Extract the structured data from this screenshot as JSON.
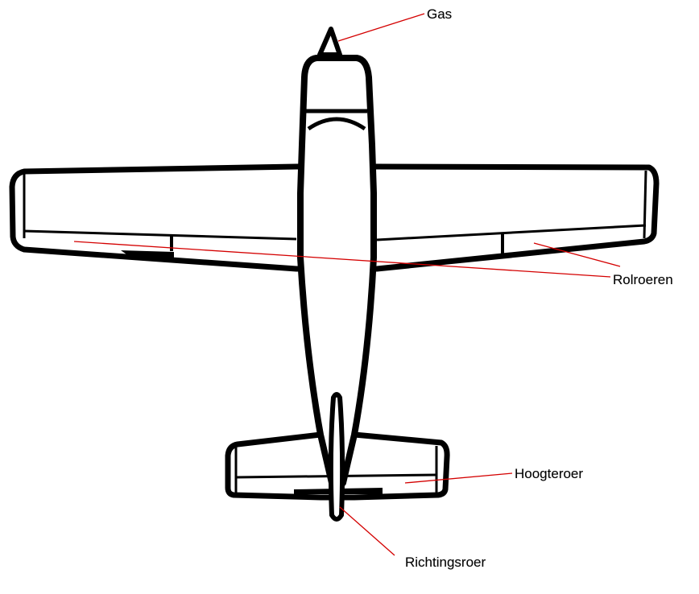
{
  "colors": {
    "outline": "#000000",
    "leader": "#d40000",
    "background": "#ffffff"
  },
  "labels": {
    "gas": "Gas",
    "rolroeren": "Rolroeren",
    "hoogteroer": "Hoogteroer",
    "richtingsroer": "Richtingsroer"
  }
}
